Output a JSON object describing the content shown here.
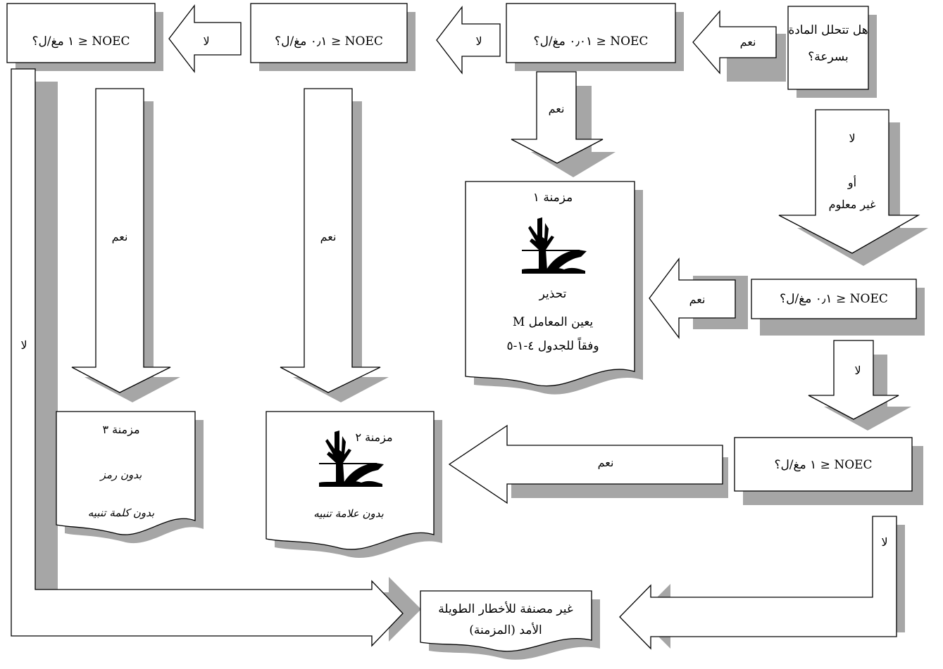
{
  "q_degrade": {
    "line1": "هل تتحلل المادة",
    "line2": "بسرعة؟"
  },
  "q_top_001": "NOEC ≤ ٠٫٠١ مغ/ل؟",
  "q_top_01": "NOEC ≤ ٠٫١ مغ/ل؟",
  "q_top_1": "NOEC ≤ ١ مغ/ل؟",
  "q_mid_01": "NOEC ≤ ٠٫١ مغ/ل؟",
  "q_mid_1": "NOEC ≤ ١ مغ/ل؟",
  "labels": {
    "yes": "نعم",
    "no": "لا",
    "or": "أو",
    "unknown": "غير معلوم"
  },
  "chronic1": {
    "title": "مزمنة ١",
    "signal": "تحذير",
    "line2": "يعين المعامل M",
    "line3": "وفقاً للجدول ٤-١-٥"
  },
  "chronic2": {
    "title": "مزمنة ٢",
    "note": "بدون علامة تنبيه"
  },
  "chronic3": {
    "title": "مزمنة ٣",
    "line1": "بدون رمز",
    "line2": "بدون كلمة تنبيه"
  },
  "not_classified": {
    "line1": "غير مصنفة للأخطار الطويلة",
    "line2": "الأمد (المزمنة)"
  }
}
